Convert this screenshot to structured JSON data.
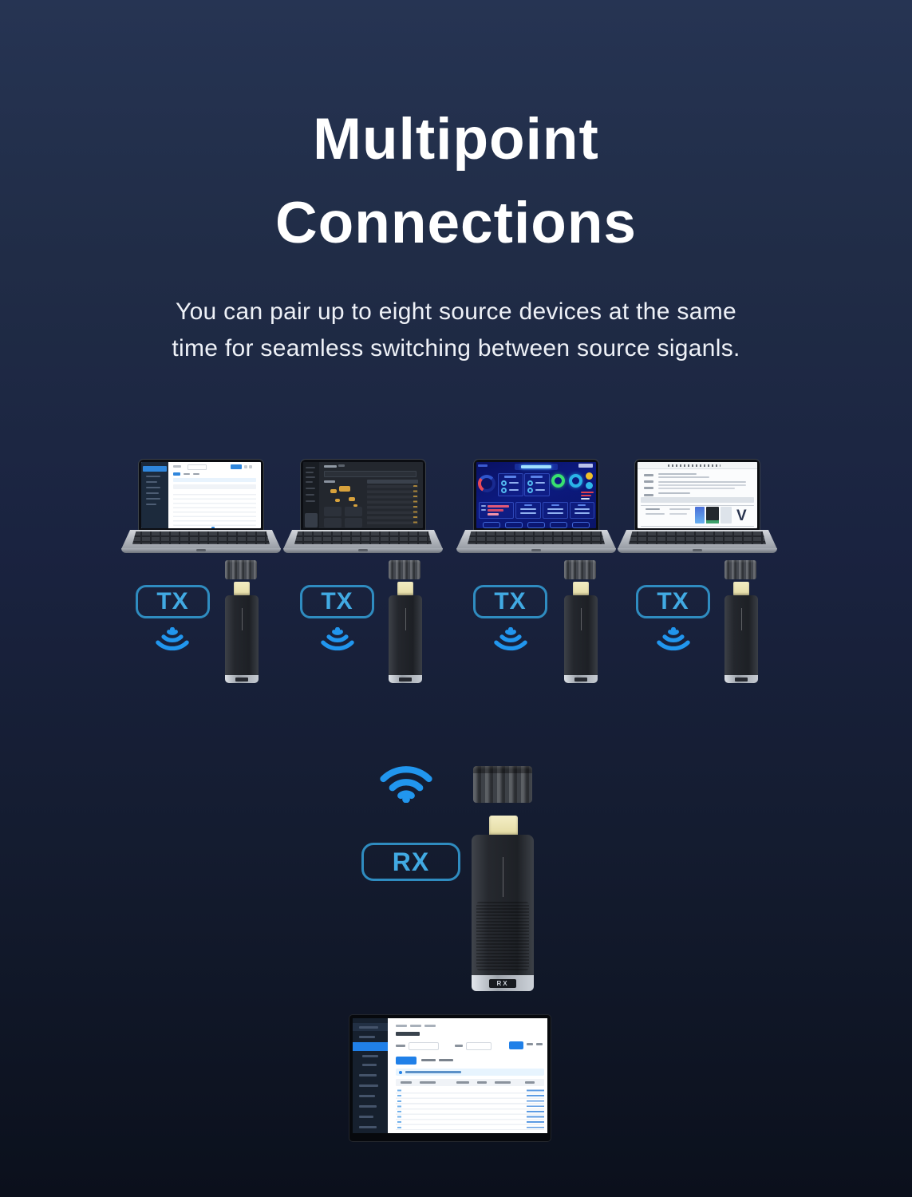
{
  "header": {
    "title_line1": "Multipoint",
    "title_line2": "Connections",
    "subtitle_line1": "You can pair up to eight source devices at the same",
    "subtitle_line2": "time for seamless switching between source siganls."
  },
  "transmitters": [
    {
      "label": "TX"
    },
    {
      "label": "TX"
    },
    {
      "label": "TX"
    },
    {
      "label": "TX"
    }
  ],
  "receiver": {
    "label": "RX",
    "dongle_base_label": "RX"
  },
  "laptops": [
    {
      "screen": "admin-dashboard-light"
    },
    {
      "screen": "analytics-dashboard-dark"
    },
    {
      "screen": "data-visualization-blue"
    },
    {
      "screen": "document-editor-light",
      "logo_letter": "V"
    }
  ],
  "icons": {
    "tx_wifi": "wifi-signal-down-icon",
    "rx_wifi": "wifi-signal-icon"
  },
  "colors": {
    "background_top": "#263453",
    "background_bottom": "#0b101c",
    "accent_blue": "#2196ee",
    "badge_text": "#41aae3",
    "badge_border": "#2f8cc0",
    "hdmi_gold": "#ece5b4",
    "title_text": "#ffffff"
  }
}
